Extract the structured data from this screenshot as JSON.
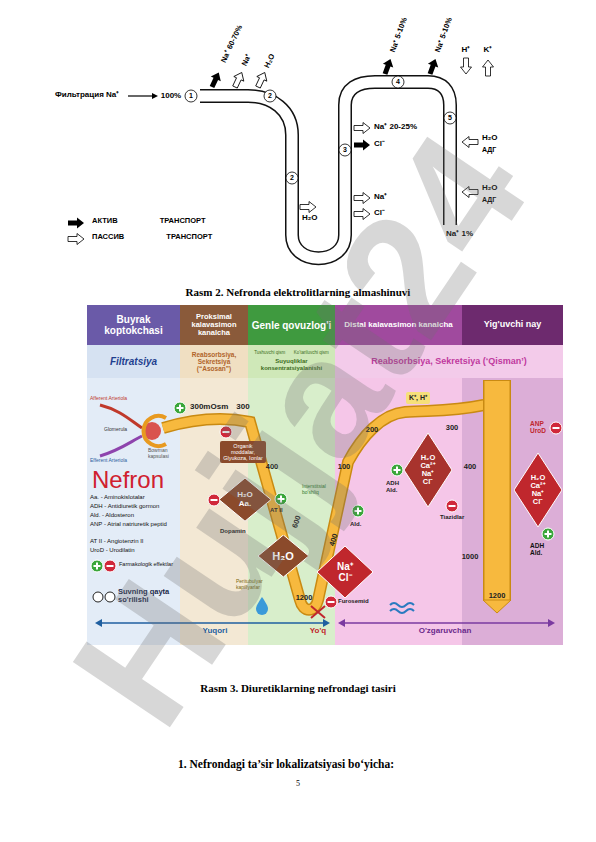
{
  "diagram": {
    "nodes": [
      {
        "text": [
          "Buyrak koptokchasi"
        ]
      },
      {
        "text": [
          "Proksimal kalavasimon kanalcha"
        ]
      },
      {
        "text": [
          "Genle qovuzlog'i"
        ]
      },
      {
        "text": [
          "Distal kalavasimon kanalcha"
        ]
      },
      {
        "text": [
          "Yig'uvchi nay"
        ]
      },
      {
        "text": [
          "Filtratsiya"
        ]
      },
      {
        "text": [
          "Reabsorbsiya, Sekretsiya (“Asosan”)"
        ]
      },
      {
        "text": [
          "Tushuvchi qism",
          "Ko'tariluvchi qism",
          "Suyuqliklar konsentratsiyalanishi"
        ]
      },
      {
        "text": [
          "Reabsorbsiya, Sekretsiya (‘Qisman’)"
        ]
      },
      {
        "text": [
          "K⁺, H⁺"
        ]
      },
      {
        "text": [
          "Organik moddalar, Glyukoza, Ionlar"
        ]
      },
      {
        "text": [
          "H₂O Aa."
        ]
      },
      {
        "text": [
          "H₂O"
        ]
      },
      {
        "text": [
          "Na⁺ Cl⁻"
        ]
      },
      {
        "text": [
          "H₂O Ca²⁺ Na⁺ Cl⁻"
        ]
      },
      {
        "text": [
          "H₂O Ca²⁺ Na⁺ Cl⁻"
        ]
      }
    ],
    "labels": [
      "Фильтрация Na⁺",
      "100%",
      "1",
      "Na⁺ 60-70%",
      "Na⁺",
      "H₂O",
      "2",
      "2",
      "3",
      "Na⁺ 5-10%",
      "Na⁺ 5-10%",
      "4",
      "5",
      "H⁺",
      "K⁺",
      "Na⁺ 20-25%",
      "Cl⁻",
      "H₂O",
      "АДГ",
      "H₂O",
      "АДГ",
      "Na⁺",
      "Cl⁻",
      "H₂O",
      "Na⁺ 1%",
      "Rasm 2. Nefronda elektrolitlarning almashinuvi",
      "Afferent Arteriola",
      "Glomerula",
      "Efferent Arteriola",
      "Bowman kapsulasi",
      "Nefron",
      "Aa. - Aminokislotalar",
      "ADH - Antidiuretik gormon",
      "Ald. - Aldosteron",
      "ANP - Atrial natriuretik peptid",
      "AT II - Angiotenzin II",
      "UroD - Urodilatin",
      "Farmakologik effektlar",
      "Suvning qayta so'rilishi",
      "300mOsm",
      "300",
      "400",
      "600",
      "1200",
      "Dopamin",
      "AT II",
      "Peritubulyar kapillyarlar",
      "Interstitsial bo'shliq",
      "100",
      "400",
      "Ald.",
      "Furosemid",
      "200",
      "300",
      "400",
      "ADH Ald.",
      "Tiazidlar",
      "1000",
      "ANP UroD",
      "ADH Ald.",
      "1200",
      "Yuqori",
      "Yo'q",
      "O'zgaruvchan",
      "Rasm 3. Diuretiklarning nefrondagi tasiri",
      "1. Nefrondagi ta’sir lokalizatsiyasi bo‘yicha:",
      "5",
      "Hujjat24"
    ],
    "legend": [
      {
        "text": "АКТИВ ТРАНСПОРТ"
      },
      {
        "text": "ПАССИВ ТРАНСПОРТ"
      }
    ]
  }
}
